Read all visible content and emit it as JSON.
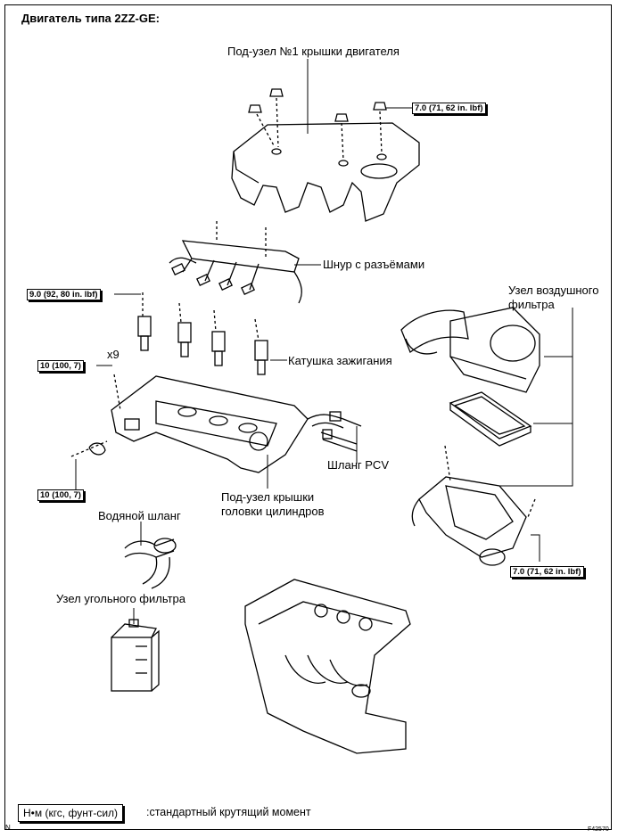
{
  "title": "Двигатель типа 2ZZ-GE:",
  "labels": {
    "engine_cover": "Под-узел №1 крышки двигателя",
    "wire_harness": "Шнур с разъёмами",
    "air_filter_line1": "Узел воздушного",
    "air_filter_line2": "фильтра",
    "ignition_coil": "Катушка зажигания",
    "pcv_hose": "Шланг PCV",
    "head_cover_line1": "Под-узел крышки",
    "head_cover_line2": "головки цилиндров",
    "water_hose": "Водяной шланг",
    "charcoal_canister": "Узел угольного фильтра",
    "count_x9": "x9"
  },
  "torques": {
    "cover_nut": "7.0 (71, 62 in. lbf)",
    "coil_bolt": "9.0 (92, 80 in. lbf)",
    "head_cover_bolt_top": "10 (100, 7)",
    "head_cover_bolt_bottom": "10 (100, 7)",
    "air_filter_bolt": "7.0 (71, 62 in. lbf)"
  },
  "legend": {
    "box": "Н•м (кгс, фунт-сил)",
    "text": ":стандартный крутящий момент"
  },
  "corner_left": "N",
  "figure_id": "F42570"
}
